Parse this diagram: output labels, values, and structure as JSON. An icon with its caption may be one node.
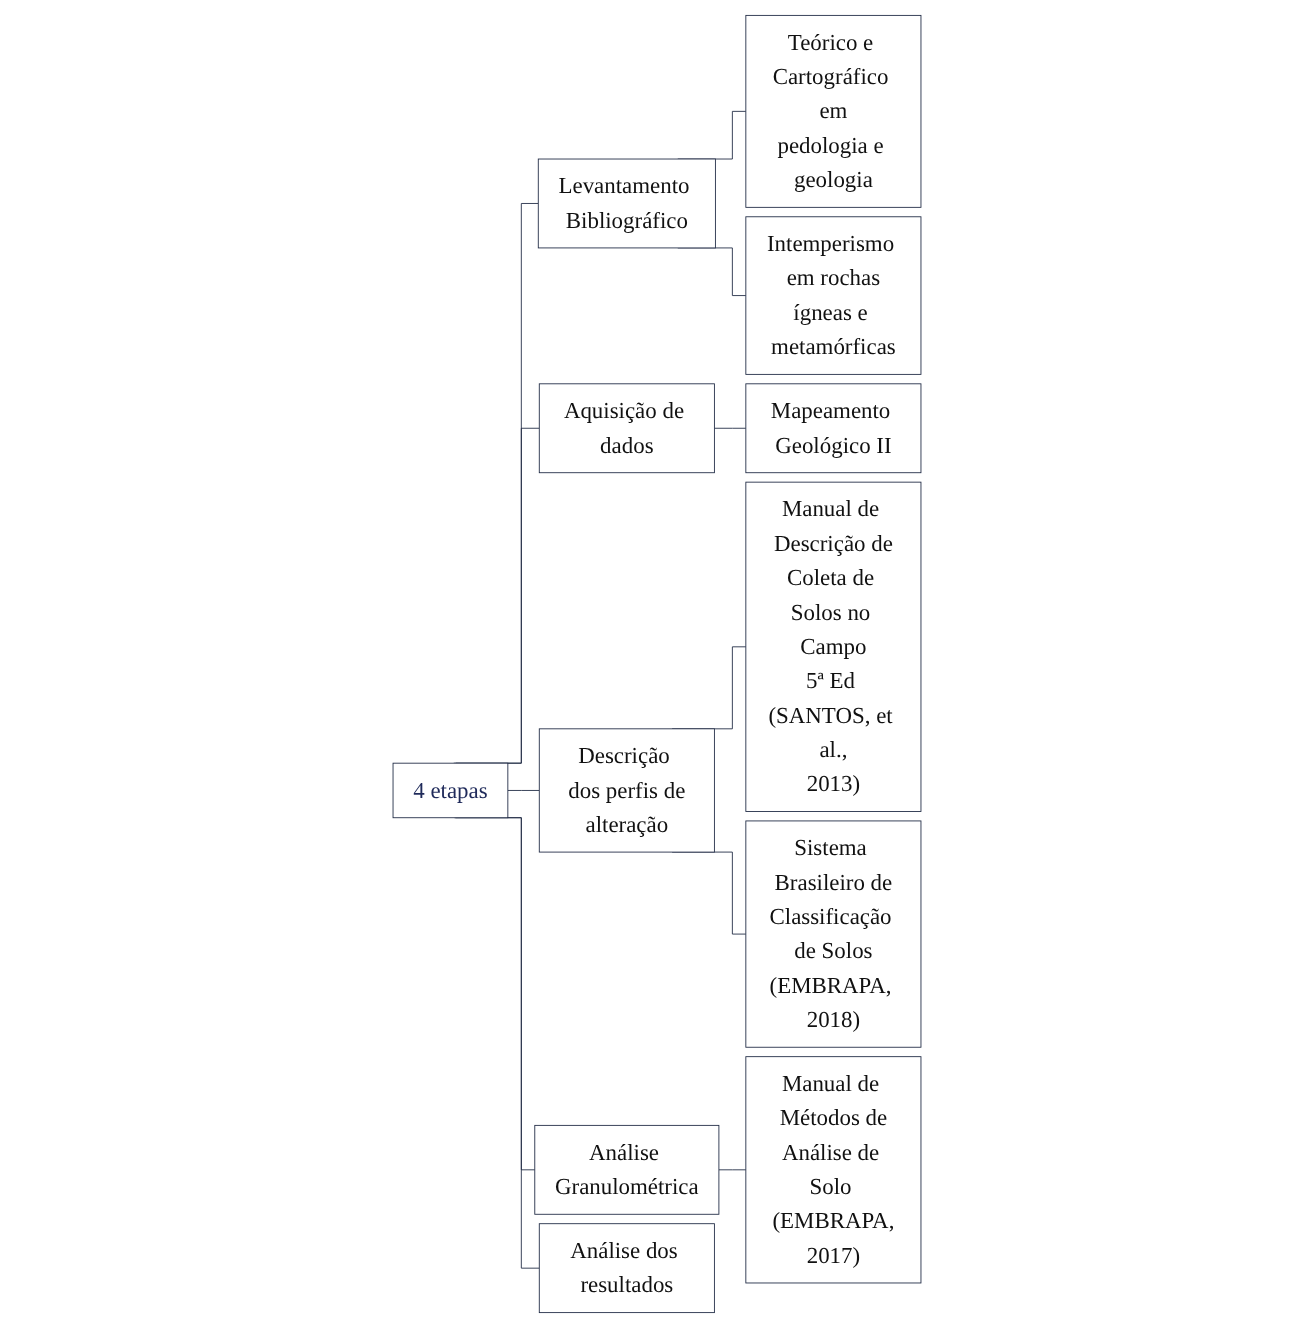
{
  "diagram": {
    "nodes": [
      {
        "text": [
          "4 etapas"
        ]
      },
      {
        "text": [
          "Levantamento Bibliográfico"
        ]
      },
      {
        "text": [
          "Teórico e Cartográfico em pedologia e geologia"
        ]
      },
      {
        "text": [
          "Intemperismo em rochas ígneas e metamórficas"
        ]
      },
      {
        "text": [
          "Aquisição de dados"
        ]
      },
      {
        "text": [
          "Mapeamento Geológico II"
        ]
      },
      {
        "text": [
          "Descrição dos perfis de alteração"
        ]
      },
      {
        "text": [
          "Manual de Descrição de Coleta de Solos no Campo 5ª Ed (SANTOS, et al., 2013)"
        ]
      },
      {
        "text": [
          "Sistema Brasileiro de Classificação de Solos (EMBRAPA, 2018)"
        ]
      },
      {
        "text": [
          "Análise Granulométrica"
        ]
      },
      {
        "text": [
          "Manual de Métodos de Análise de Solo (EMBRAPA, 2017)"
        ]
      },
      {
        "text": [
          "Análise dos resultados"
        ]
      }
    ],
    "edges": [
      {
        "from": 0,
        "to": 1,
        "arrow": "none"
      },
      {
        "from": 0,
        "to": 4,
        "arrow": "none"
      },
      {
        "from": 0,
        "to": 6,
        "arrow": "none"
      },
      {
        "from": 0,
        "to": 9,
        "arrow": "none"
      },
      {
        "from": 0,
        "to": 11,
        "arrow": "none"
      },
      {
        "from": 1,
        "to": 2,
        "arrow": "none"
      },
      {
        "from": 1,
        "to": 3,
        "arrow": "none"
      },
      {
        "from": 4,
        "to": 5,
        "arrow": "none"
      },
      {
        "from": 6,
        "to": 7,
        "arrow": "none"
      },
      {
        "from": 6,
        "to": 8,
        "arrow": "none"
      },
      {
        "from": 9,
        "to": 10,
        "arrow": "none"
      }
    ]
  }
}
